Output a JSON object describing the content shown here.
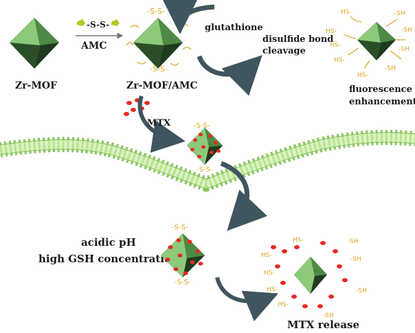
{
  "labels": {
    "zr_mof": "Zr-MOF",
    "amc": "AMC",
    "amc_linker": "-S-S-",
    "zr_mof_amc": "Zr-MOF/AMC",
    "glutathione": "glutathione",
    "disulfide_line1": "disulfide bond",
    "disulfide_line2": "cleavage",
    "fluorescence_line1": "fluorescence",
    "fluorescence_line2": "enhancement",
    "mtx": "MTX",
    "acidic_ph": "acidic pH",
    "high_gsh": "high GSH concentration",
    "mtx_release": "MTX release",
    "disulfide_tag": "-S-S-",
    "thiol_left": "HS-",
    "thiol_right": "-SH"
  },
  "colors": {
    "pyramid_light": "#8cc97a",
    "pyramid_mid": "#4d8a45",
    "pyramid_dark": "#1f3a1e",
    "membrane_fill": "#cdeea8",
    "membrane_stroke": "#7cbf4e",
    "drug_red": "#e8291f",
    "linker_gold": "#d9a520",
    "arrow_gray": "#3f5560"
  }
}
